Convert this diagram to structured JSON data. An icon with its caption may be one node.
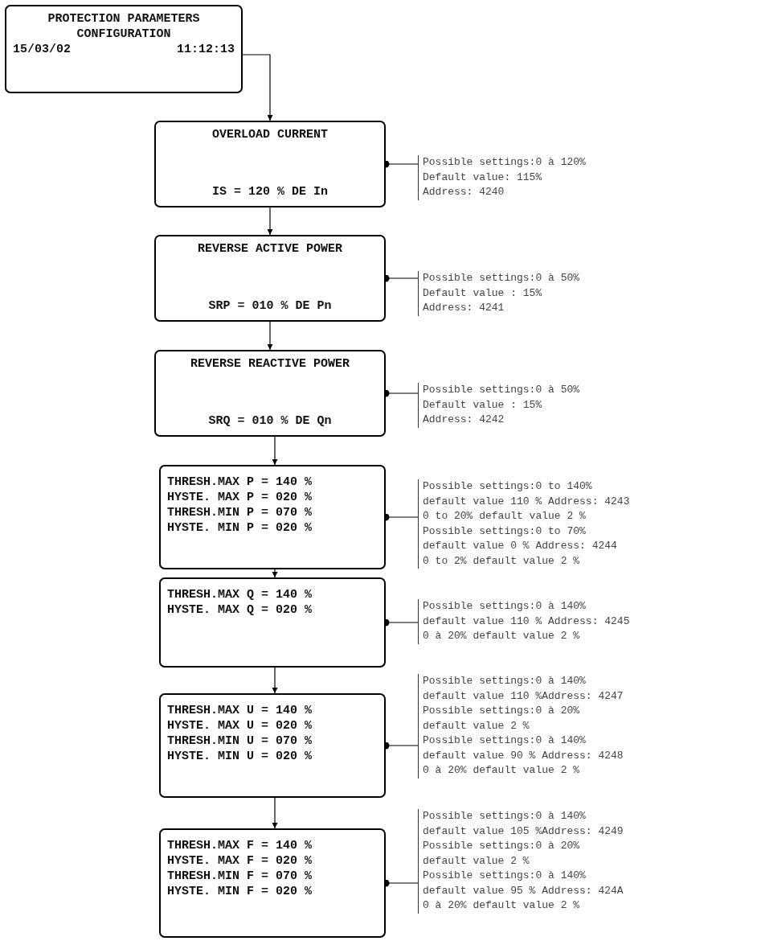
{
  "diagram": {
    "nodes": [
      {
        "text": [
          "PROTECTION PARAMETERS CONFIGURATION",
          "15/03/02",
          "11:12:13"
        ]
      },
      {
        "text": [
          "OVERLOAD CURRENT",
          "IS = 120 % DE In"
        ]
      },
      {
        "text": [
          "REVERSE ACTIVE POWER",
          "SRP = 010 % DE Pn"
        ]
      },
      {
        "text": [
          "REVERSE REACTIVE POWER",
          "SRQ = 010 % DE Qn"
        ]
      },
      {
        "text": [
          "THRESH.MAX P = 140 %",
          "HYSTE. MAX P = 020 %",
          "THRESH.MIN P = 070 %",
          "HYSTE. MIN P = 020 %"
        ]
      },
      {
        "text": [
          "THRESH.MAX Q = 140 %",
          "HYSTE. MAX Q = 020 %"
        ]
      },
      {
        "text": [
          "THRESH.MAX U = 140 %",
          "HYSTE. MAX U = 020 %",
          "THRESH.MIN U = 070 %",
          "HYSTE. MIN U = 020 %"
        ]
      },
      {
        "text": [
          "THRESH.MAX F = 140 %",
          "HYSTE. MAX F = 020 %",
          "THRESH.MIN F = 070 %",
          "HYSTE. MIN F = 020 %"
        ]
      },
      {
        "text": [
          "Possible settings:0 à 120%",
          "Default value: 115%",
          "Address: 4240"
        ]
      },
      {
        "text": [
          "Possible settings:0 à 50%",
          "Default value : 15%",
          "Address: 4241"
        ]
      },
      {
        "text": [
          "Possible settings:0 à 50%",
          "Default value : 15%",
          "Address: 4242"
        ]
      },
      {
        "text": [
          "Possible settings:0 to 140%",
          "default value 110 % Address: 4243",
          "0 to 20% default value 2 %",
          "Possible settings:0 to 70%",
          "default value 0 % Address: 4244",
          "0 to 2% default value 2 %"
        ]
      },
      {
        "text": [
          "Possible settings:0 à 140%",
          "default value 110 % Address: 4245",
          "0 à 20% default value 2 %"
        ]
      },
      {
        "text": [
          "Possible settings:0 à 140%",
          "default value 110 %Address: 4247",
          "Possible settings:0 à 20%",
          "default value 2 %",
          "Possible settings:0 à 140%",
          "default value 90 % Address: 4248",
          "0 à 20% default value 2 %"
        ]
      },
      {
        "text": [
          "Possible settings:0 à 140%",
          "default value 105 %Address: 4249",
          "Possible settings:0 à 20%",
          "default value 2 %",
          "Possible settings:0 à 140%",
          "default value 95 % Address: 424A",
          "0 à 20% default value 2 %"
        ]
      }
    ],
    "edges": [
      {
        "from": 0,
        "to": 1,
        "arrow": "to"
      },
      {
        "from": 1,
        "to": 2,
        "arrow": "to"
      },
      {
        "from": 2,
        "to": 3,
        "arrow": "to"
      },
      {
        "from": 3,
        "to": 4,
        "arrow": "to"
      },
      {
        "from": 4,
        "to": 5,
        "arrow": "to"
      },
      {
        "from": 5,
        "to": 6,
        "arrow": "to"
      },
      {
        "from": 6,
        "to": 7,
        "arrow": "to"
      },
      {
        "from": 1,
        "to": 8,
        "arrow": "other"
      },
      {
        "from": 2,
        "to": 9,
        "arrow": "other"
      },
      {
        "from": 3,
        "to": 10,
        "arrow": "other"
      },
      {
        "from": 4,
        "to": 11,
        "arrow": "other"
      },
      {
        "from": 5,
        "to": 12,
        "arrow": "other"
      },
      {
        "from": 6,
        "to": 13,
        "arrow": "other"
      },
      {
        "from": 7,
        "to": 14,
        "arrow": "other"
      }
    ]
  }
}
